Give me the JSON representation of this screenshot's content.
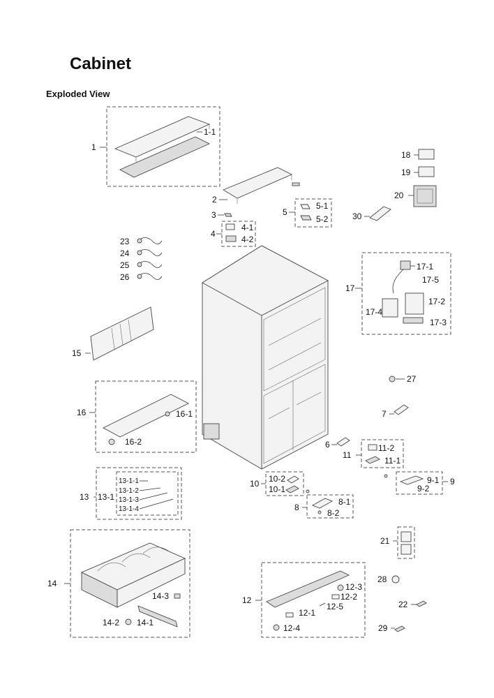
{
  "page": {
    "title": "Cabinet",
    "subtitle": "Exploded View"
  },
  "labels": {
    "l1": "1",
    "l1_1": "1-1",
    "l2": "2",
    "l3": "3",
    "l4": "4",
    "l4_1": "4-1",
    "l4_2": "4-2",
    "l5": "5",
    "l5_1": "5-1",
    "l5_2": "5-2",
    "l6": "6",
    "l7": "7",
    "l8": "8",
    "l8_1": "8-1",
    "l8_2": "8-2",
    "l9": "9",
    "l9_1": "9-1",
    "l9_2": "9-2",
    "l10": "10",
    "l10_1": "10-1",
    "l10_2": "10-2",
    "l11": "11",
    "l11_1": "11-1",
    "l11_2": "11-2",
    "l12": "12",
    "l12_1": "12-1",
    "l12_2": "12-2",
    "l12_3": "12-3",
    "l12_4": "12-4",
    "l12_5": "12-5",
    "l13": "13",
    "l13_1": "13-1",
    "l13_1_1": "13-1-1",
    "l13_1_2": "13-1-2",
    "l13_1_3": "13-1-3",
    "l13_1_4": "13-1-4",
    "l14": "14",
    "l14_1": "14-1",
    "l14_2": "14-2",
    "l14_3": "14-3",
    "l15": "15",
    "l16": "16",
    "l16_1": "16-1",
    "l16_2": "16-2",
    "l17": "17",
    "l17_1": "17-1",
    "l17_2": "17-2",
    "l17_3": "17-3",
    "l17_4": "17-4",
    "l17_5": "17-5",
    "l18": "18",
    "l19": "19",
    "l20": "20",
    "l21": "21",
    "l22": "22",
    "l23": "23",
    "l24": "24",
    "l25": "25",
    "l26": "26",
    "l27": "27",
    "l28": "28",
    "l29": "29",
    "l30": "30"
  }
}
